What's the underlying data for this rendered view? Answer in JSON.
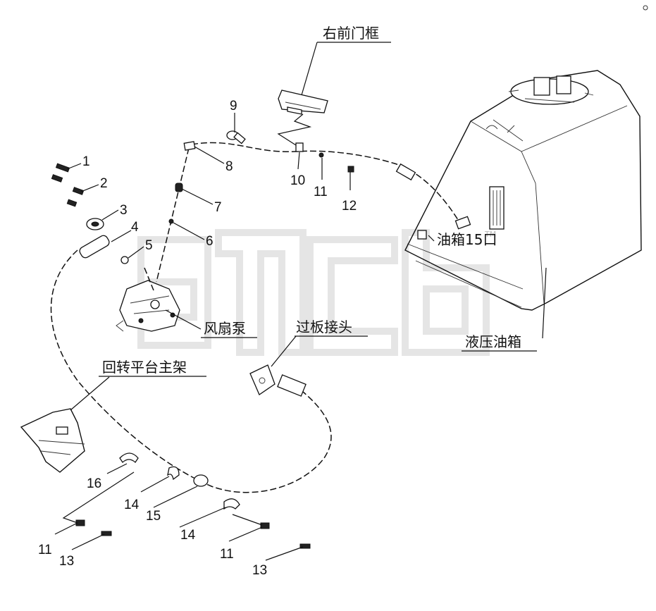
{
  "labels": {
    "right_front_door_frame": "右前门框",
    "tank_port": "油箱15口",
    "fan_pump": "风扇泵",
    "bulkhead_fitting": "过板接头",
    "swing_platform_frame": "回转平台主架",
    "hydraulic_tank": "液压油箱"
  },
  "callouts": {
    "c1": "1",
    "c2": "2",
    "c3": "3",
    "c4": "4",
    "c5": "5",
    "c6": "6",
    "c7": "7",
    "c8": "8",
    "c9": "9",
    "c10": "10",
    "c11a": "11",
    "c12": "12",
    "c16": "16",
    "c14a": "14",
    "c15": "15",
    "c14b": "14",
    "c11b": "11",
    "c13a": "13",
    "c11c": "11",
    "c13b": "13"
  },
  "watermark": {
    "text": "gmcb",
    "tm": "TM"
  }
}
